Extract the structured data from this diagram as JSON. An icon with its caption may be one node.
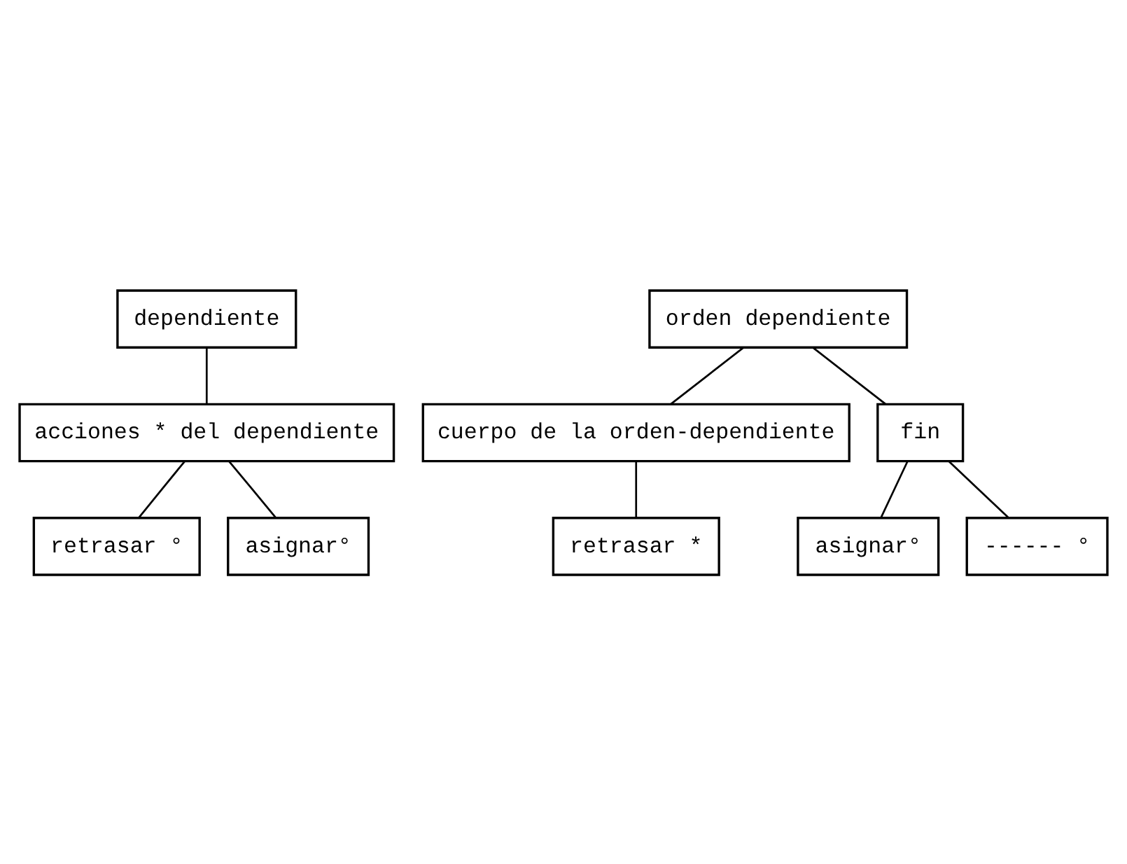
{
  "diagram": {
    "nodes": [
      {
        "text": [
          "dependiente"
        ]
      },
      {
        "text": [
          "acciones * del dependiente"
        ]
      },
      {
        "text": [
          "retrasar °"
        ]
      },
      {
        "text": [
          "asignar°"
        ]
      },
      {
        "text": [
          "orden dependiente"
        ]
      },
      {
        "text": [
          "cuerpo de la orden-dependiente"
        ]
      },
      {
        "text": [
          "fin"
        ]
      },
      {
        "text": [
          "retrasar *"
        ]
      },
      {
        "text": [
          "asignar°"
        ]
      },
      {
        "text": [
          "------ °"
        ]
      }
    ],
    "edges": [
      {
        "from": 0,
        "to": 1,
        "arrow": "none"
      },
      {
        "from": 1,
        "to": 2,
        "arrow": "none"
      },
      {
        "from": 1,
        "to": 3,
        "arrow": "none"
      },
      {
        "from": 4,
        "to": 5,
        "arrow": "none"
      },
      {
        "from": 4,
        "to": 6,
        "arrow": "none"
      },
      {
        "from": 5,
        "to": 7,
        "arrow": "none"
      },
      {
        "from": 6,
        "to": 8,
        "arrow": "none"
      },
      {
        "from": 6,
        "to": 9,
        "arrow": "none"
      }
    ]
  }
}
